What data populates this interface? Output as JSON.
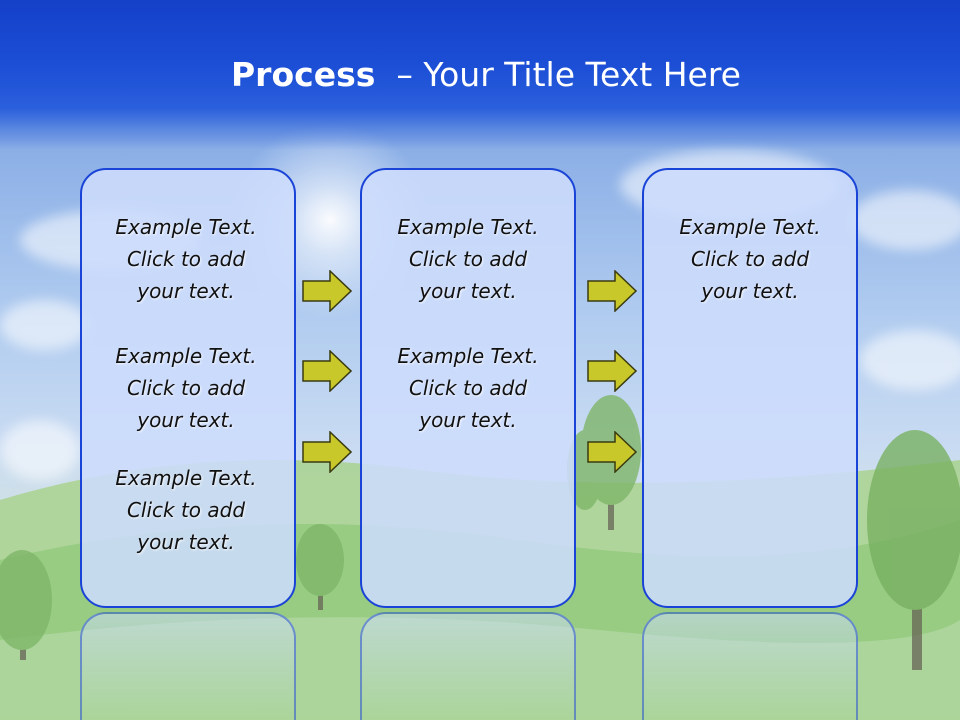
{
  "title": {
    "bold": "Process",
    "rest": "– Your Title Text Here"
  },
  "columns": [
    {
      "blocks": [
        {
          "line1": "Example Text.",
          "line2": "Click  to add",
          "line3": "your text."
        },
        {
          "line1": "Example Text.",
          "line2": "Click  to add",
          "line3": "your text."
        },
        {
          "line1": "Example Text.",
          "line2": "Click  to add",
          "line3": "your text."
        }
      ]
    },
    {
      "blocks": [
        {
          "line1": "Example Text.",
          "line2": "Click  to add",
          "line3": "your text."
        },
        {
          "line1": "Example Text.",
          "line2": "Click  to add",
          "line3": "your text."
        }
      ]
    },
    {
      "blocks": [
        {
          "line1": "Example Text.",
          "line2": "Click  to add",
          "line3": "your text."
        }
      ]
    }
  ],
  "colors": {
    "header": "#1c4fd6",
    "box_border": "#1a44d8",
    "box_fill": "#cddcfc",
    "arrow_fill": "#c8c82a",
    "arrow_stroke": "#3a3a10"
  },
  "icons": {
    "connector": "right-arrow-icon"
  }
}
